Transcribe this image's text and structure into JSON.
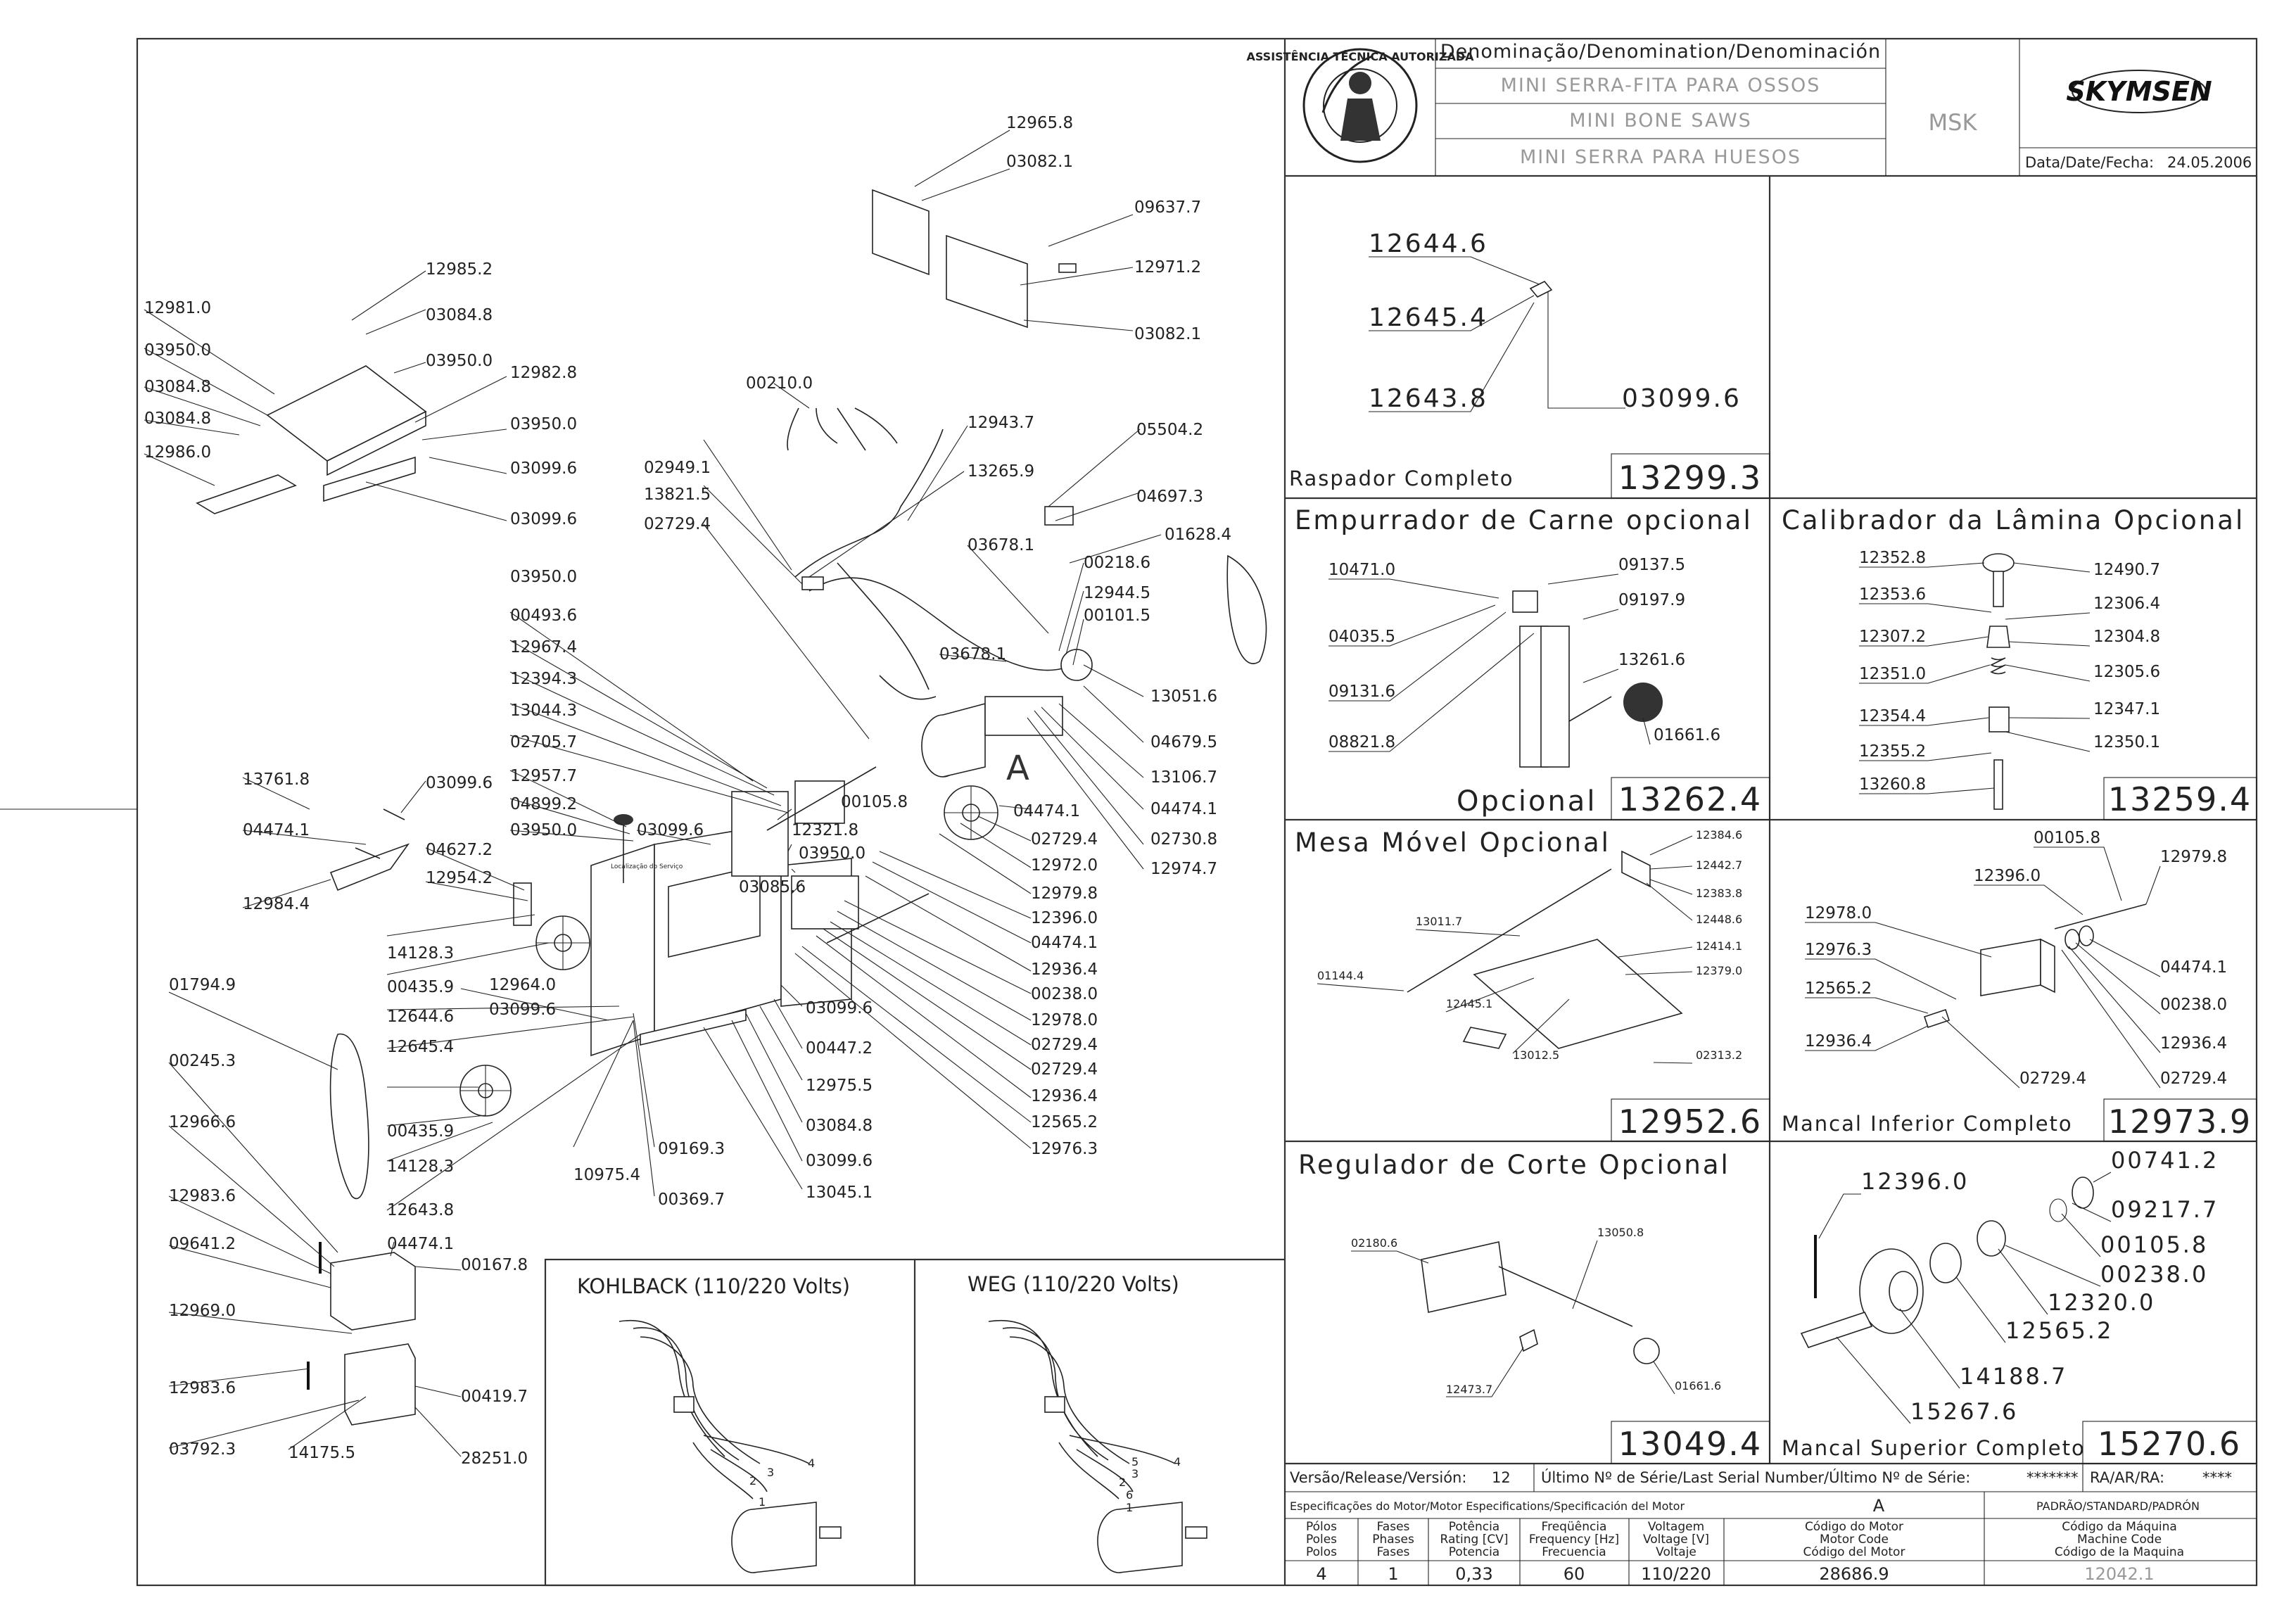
{
  "title_block": {
    "denomination_header": "Denominação/Denomination/Denominación",
    "name_pt": "MINI SERRA-FITA PARA OSSOS",
    "name_en": "MINI BONE SAWS",
    "name_es": "MINI SERRA PARA HUESOS",
    "model": "MSK",
    "brand": "SKYMSEN",
    "date_label": "Data/Date/Fecha:",
    "date": "24.05.2006",
    "seal_text": "ASSISTÊNCIA TÉCNICA AUTORIZADA"
  },
  "main_labels": {
    "l12965_8": "12965.8",
    "l03082_1a": "03082.1",
    "l09637_7": "09637.7",
    "l12971_2": "12971.2",
    "l03082_1b": "03082.1",
    "l12985_2": "12985.2",
    "l12981_0": "12981.0",
    "l03084_8a": "03084.8",
    "l03950_0a": "03950.0",
    "l03950_0b": "03950.0",
    "l03084_8b": "03084.8",
    "l12982_8": "12982.8",
    "l03084_8c": "03084.8",
    "l03950_0c": "03950.0",
    "l12986_0": "12986.0",
    "l03099_6a": "03099.6",
    "l03099_6b": "03099.6",
    "l03950_0d": "03950.0",
    "l00210_0": "00210.0",
    "l12943_7": "12943.7",
    "l05504_2": "05504.2",
    "l02949_1": "02949.1",
    "l13265_9": "13265.9",
    "l13821_5": "13821.5",
    "l04697_3": "04697.3",
    "l02729_4a": "02729.4",
    "l01628_4": "01628.4",
    "l03678_1a": "03678.1",
    "l00218_6": "00218.6",
    "l12944_5": "12944.5",
    "l00101_5": "00101.5",
    "l03678_1b": "03678.1",
    "l00493_6": "00493.6",
    "l12967_4": "12967.4",
    "l12394_3": "12394.3",
    "l13044_3": "13044.3",
    "l02705_7": "02705.7",
    "l12957_7": "12957.7",
    "l04899_2": "04899.2",
    "l03950_0e": "03950.0",
    "l03099_6c": "03099.6",
    "l12321_8": "12321.8",
    "l03950_0f": "03950.0",
    "l00105_8a": "00105.8",
    "l03085_6": "03085.6",
    "l13051_6": "13051.6",
    "l04679_5": "04679.5",
    "l13106_7": "13106.7",
    "l04474_1a": "04474.1",
    "l02730_8": "02730.8",
    "l12974_7": "12974.7",
    "l04474_1b": "04474.1",
    "l02729_4b": "02729.4",
    "l12972_0": "12972.0",
    "l12979_8a": "12979.8",
    "l12396_0a": "12396.0",
    "l04474_1c": "04474.1",
    "l12936_4a": "12936.4",
    "l00238_0a": "00238.0",
    "l12978_0a": "12978.0",
    "l02729_4c": "02729.4",
    "l02729_4d": "02729.4",
    "l12936_4b": "12936.4",
    "l12565_2a": "12565.2",
    "l12976_3a": "12976.3",
    "l13761_8": "13761.8",
    "l03099_6d": "03099.6",
    "l04474_1d": "04474.1",
    "l04627_2": "04627.2",
    "l12954_2": "12954.2",
    "l12984_4": "12984.4",
    "l14128_3a": "14128.3",
    "l00435_9a": "00435.9",
    "l12964_0": "12964.0",
    "l12644_6a": "12644.6",
    "l03099_6e": "03099.6",
    "l12645_4a": "12645.4",
    "l00435_9b": "00435.9",
    "l14128_3b": "14128.3",
    "l12643_8a": "12643.8",
    "l10975_4": "10975.4",
    "l09169_3": "09169.3",
    "l00369_7": "00369.7",
    "l03099_6f": "03099.6",
    "l00447_2": "00447.2",
    "l12975_5": "12975.5",
    "l03084_8d": "03084.8",
    "l03099_6g": "03099.6",
    "l13045_1": "13045.1",
    "l01794_9": "01794.9",
    "l00245_3": "00245.3",
    "l12966_6": "12966.6",
    "l12983_6a": "12983.6",
    "l09641_2": "09641.2",
    "l12969_0": "12969.0",
    "l12983_6b": "12983.6",
    "l03792_3": "03792.3",
    "l14175_5": "14175.5",
    "l00419_7": "00419.7",
    "l28251_0": "28251.0",
    "l04474_1e": "04474.1",
    "l00167_8": "00167.8",
    "detail_a": "A",
    "slot_note": "Localização do Serviço"
  },
  "motors": {
    "kohlback": "KOHLBACK (110/220 Volts)",
    "weg": "WEG (110/220 Volts)",
    "k_wires": [
      "1",
      "2",
      "3",
      "4"
    ],
    "w_wires": [
      "1",
      "2",
      "3",
      "4",
      "5",
      "6"
    ]
  },
  "panels": {
    "raspador": {
      "title": "Raspador Completo",
      "code": "13299.3",
      "labels": [
        "12644.6",
        "12645.4",
        "12643.8",
        "03099.6"
      ]
    },
    "empurrador": {
      "title": "Empurrador de Carne opcional",
      "footer": "Opcional",
      "code": "13262.4",
      "labels": [
        "10471.0",
        "04035.5",
        "09131.6",
        "08821.8",
        "09137.5",
        "09197.9",
        "13261.6",
        "01661.6"
      ]
    },
    "calibrador": {
      "title": "Calibrador da Lâmina Opcional",
      "code": "13259.4",
      "labels": [
        "12352.8",
        "12353.6",
        "12307.2",
        "12351.0",
        "12354.4",
        "12355.2",
        "13260.8",
        "12490.7",
        "12306.4",
        "12304.8",
        "12305.6",
        "12347.1",
        "12350.1"
      ]
    },
    "mesa": {
      "title": "Mesa Móvel Opcional",
      "code": "12952.6",
      "labels": [
        "12384.6",
        "12442.7",
        "12383.8",
        "12448.6",
        "13011.7",
        "12414.1",
        "12379.0",
        "01144.4",
        "12445.1",
        "13012.5",
        "02313.2"
      ]
    },
    "mancal_inf": {
      "title": "Mancal Inferior Completo",
      "code": "12973.9",
      "labels": [
        "00105.8",
        "12979.8",
        "12396.0",
        "12978.0",
        "12976.3",
        "12565.2",
        "12936.4",
        "04474.1",
        "00238.0",
        "12936.4",
        "02729.4",
        "02729.4"
      ]
    },
    "regulador": {
      "title": "Regulador de Corte Opcional",
      "code": "13049.4",
      "labels": [
        "02180.6",
        "13050.8",
        "12473.7",
        "01661.6"
      ]
    },
    "mancal_sup": {
      "title": "Mancal Superior Completo",
      "code": "15270.6",
      "labels": [
        "12396.0",
        "00741.2",
        "09217.7",
        "00105.8",
        "00238.0",
        "12320.0",
        "12565.2",
        "14188.7",
        "15267.6"
      ]
    }
  },
  "footer": {
    "release_label": "Versão/Release/Versión:",
    "release": "12",
    "serial_label": "Último Nº de Série/Last Serial Number/Último Nº de Série:",
    "serial": "*******",
    "ra_label": "RA/AR/RA:",
    "ra": "****",
    "spec_label": "Especificações do Motor/Motor Especifications/Specificación del Motor",
    "spec_variant": "A",
    "standard": "PADRÃO/STANDARD/PADRÓN",
    "cols": [
      {
        "h": [
          "Pólos",
          "Poles",
          "Polos"
        ],
        "v": "4"
      },
      {
        "h": [
          "Fases",
          "Phases",
          "Fases"
        ],
        "v": "1"
      },
      {
        "h": [
          "Potência",
          "Rating [CV]",
          "Potencia"
        ],
        "v": "0,33"
      },
      {
        "h": [
          "Freqüência",
          "Frequency [Hz]",
          "Frecuencia"
        ],
        "v": "60"
      },
      {
        "h": [
          "Voltagem",
          "Voltage [V]",
          "Voltaje"
        ],
        "v": "110/220"
      },
      {
        "h": [
          "Código do Motor",
          "Motor Code",
          "Código del Motor"
        ],
        "v": "28686.9"
      },
      {
        "h": [
          "Código da Máquina",
          "Machine Code",
          "Código de la Maquina"
        ],
        "v": "12042.1"
      }
    ]
  }
}
